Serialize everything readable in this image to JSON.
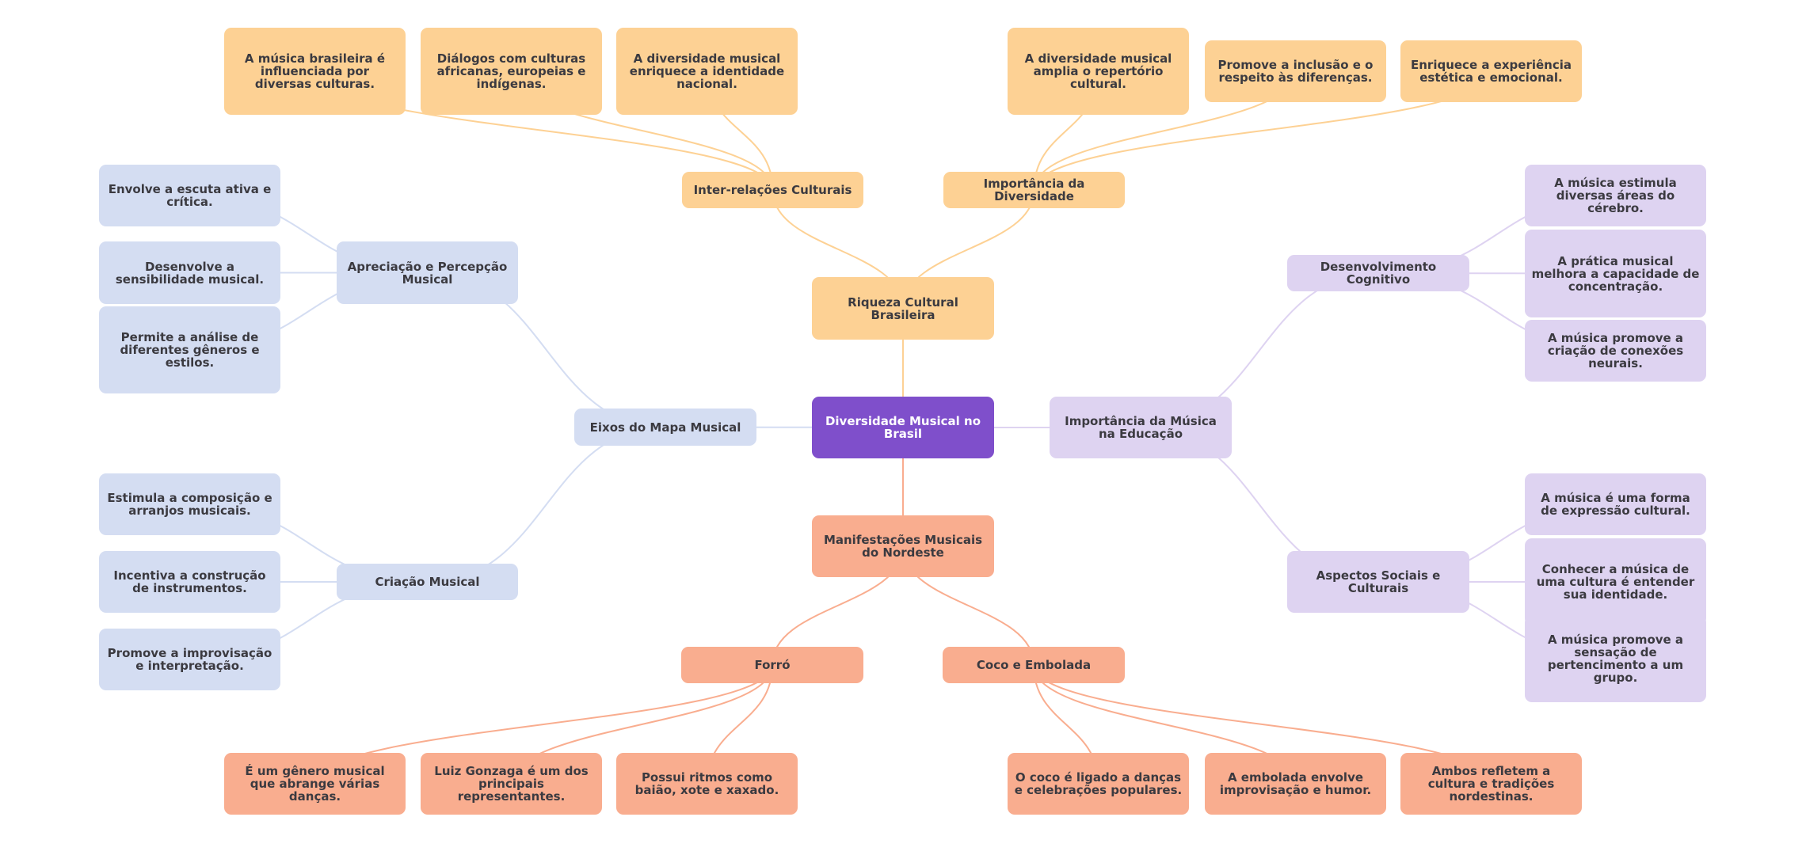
{
  "title": "Diversidade Musical no Brasil",
  "colors": {
    "root": "#7f4fcb",
    "root_text": "#ffffff",
    "text": "#3b3a40",
    "orange": "#fdd194",
    "blue": "#d4ddf2",
    "purple": "#ded3f1",
    "salmon": "#f9ad8f"
  },
  "nodes": [
    {
      "id": "root",
      "label": "Diversidade Musical no Brasil",
      "color": "root"
    },
    {
      "id": "riqueza",
      "parent": "root",
      "label": "Riqueza Cultural Brasileira",
      "color": "orange"
    },
    {
      "id": "inter",
      "parent": "riqueza",
      "label": "Inter-relações Culturais",
      "color": "orange"
    },
    {
      "id": "inter_1",
      "parent": "inter",
      "label": "A música brasileira é influenciada por diversas culturas.",
      "color": "orange"
    },
    {
      "id": "inter_2",
      "parent": "inter",
      "label": "Diálogos com culturas africanas, europeias e indígenas.",
      "color": "orange"
    },
    {
      "id": "inter_3",
      "parent": "inter",
      "label": "A diversidade musical enriquece a identidade nacional.",
      "color": "orange"
    },
    {
      "id": "impdiv",
      "parent": "riqueza",
      "label": "Importância da Diversidade",
      "color": "orange"
    },
    {
      "id": "impdiv_1",
      "parent": "impdiv",
      "label": "A diversidade musical amplia o repertório cultural.",
      "color": "orange"
    },
    {
      "id": "impdiv_2",
      "parent": "impdiv",
      "label": "Promove a inclusão e o respeito às diferenças.",
      "color": "orange"
    },
    {
      "id": "impdiv_3",
      "parent": "impdiv",
      "label": "Enriquece a experiência estética e emocional.",
      "color": "orange"
    },
    {
      "id": "eixos",
      "parent": "root",
      "label": "Eixos do Mapa Musical",
      "color": "blue"
    },
    {
      "id": "aprec",
      "parent": "eixos",
      "label": "Apreciação e Percepção Musical",
      "color": "blue"
    },
    {
      "id": "aprec_1",
      "parent": "aprec",
      "label": "Envolve a escuta ativa e crítica.",
      "color": "blue"
    },
    {
      "id": "aprec_2",
      "parent": "aprec",
      "label": "Desenvolve a sensibilidade musical.",
      "color": "blue"
    },
    {
      "id": "aprec_3",
      "parent": "aprec",
      "label": "Permite a análise de diferentes gêneros e estilos.",
      "color": "blue"
    },
    {
      "id": "criacao",
      "parent": "eixos",
      "label": "Criação Musical",
      "color": "blue"
    },
    {
      "id": "criacao_1",
      "parent": "criacao",
      "label": "Estimula a composição e arranjos musicais.",
      "color": "blue"
    },
    {
      "id": "criacao_2",
      "parent": "criacao",
      "label": "Incentiva a construção de instrumentos.",
      "color": "blue"
    },
    {
      "id": "criacao_3",
      "parent": "criacao",
      "label": "Promove a improvisação e interpretação.",
      "color": "blue"
    },
    {
      "id": "educ",
      "parent": "root",
      "label": "Importância da Música na Educação",
      "color": "purple"
    },
    {
      "id": "cogn",
      "parent": "educ",
      "label": "Desenvolvimento Cognitivo",
      "color": "purple"
    },
    {
      "id": "cogn_1",
      "parent": "cogn",
      "label": "A música estimula diversas áreas do cérebro.",
      "color": "purple"
    },
    {
      "id": "cogn_2",
      "parent": "cogn",
      "label": "A prática musical melhora a capacidade de concentração.",
      "color": "purple"
    },
    {
      "id": "cogn_3",
      "parent": "cogn",
      "label": "A música promove a criação de conexões neurais.",
      "color": "purple"
    },
    {
      "id": "social",
      "parent": "educ",
      "label": "Aspectos Sociais e Culturais",
      "color": "purple"
    },
    {
      "id": "social_1",
      "parent": "social",
      "label": "A música é uma forma de expressão cultural.",
      "color": "purple"
    },
    {
      "id": "social_2",
      "parent": "social",
      "label": "Conhecer a música de uma cultura é entender sua identidade.",
      "color": "purple"
    },
    {
      "id": "social_3",
      "parent": "social",
      "label": "A música promove a sensação de pertencimento a um grupo.",
      "color": "purple"
    },
    {
      "id": "nordeste",
      "parent": "root",
      "label": "Manifestações Musicais do Nordeste",
      "color": "salmon"
    },
    {
      "id": "forro",
      "parent": "nordeste",
      "label": "Forró",
      "color": "salmon"
    },
    {
      "id": "forro_1",
      "parent": "forro",
      "label": "É um gênero musical que abrange várias danças.",
      "color": "salmon"
    },
    {
      "id": "forro_2",
      "parent": "forro",
      "label": "Luiz Gonzaga é um dos principais representantes.",
      "color": "salmon"
    },
    {
      "id": "forro_3",
      "parent": "forro",
      "label": "Possui ritmos como baião, xote e xaxado.",
      "color": "salmon"
    },
    {
      "id": "coco",
      "parent": "nordeste",
      "label": "Coco e Embolada",
      "color": "salmon"
    },
    {
      "id": "coco_1",
      "parent": "coco",
      "label": "O coco é ligado a danças e celebrações populares.",
      "color": "salmon"
    },
    {
      "id": "coco_2",
      "parent": "coco",
      "label": "A embolada envolve improvisação e humor.",
      "color": "salmon"
    },
    {
      "id": "coco_3",
      "parent": "coco",
      "label": "Ambos refletem a cultura e tradições nordestinas.",
      "color": "salmon"
    }
  ]
}
